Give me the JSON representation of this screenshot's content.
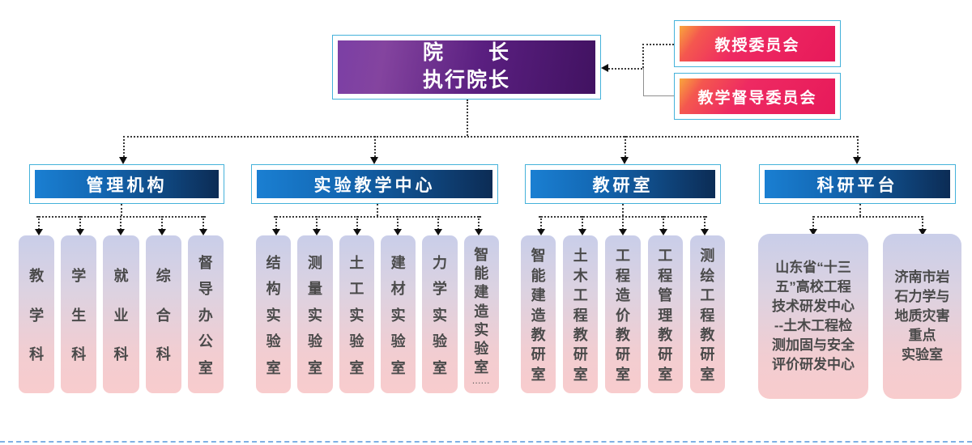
{
  "dean": {
    "line1": "院　　长",
    "line2": "执行院长"
  },
  "committees": [
    {
      "label": "教授委员会"
    },
    {
      "label": "教学督导委员会"
    }
  ],
  "groups": [
    {
      "header": "管理机构",
      "children": [
        {
          "label": "教学科"
        },
        {
          "label": "学生科"
        },
        {
          "label": "就业科"
        },
        {
          "label": "综合科"
        },
        {
          "label": "督导办公室"
        }
      ]
    },
    {
      "header": "实验教学中心",
      "children": [
        {
          "label": "结构实验室"
        },
        {
          "label": "测量实验室"
        },
        {
          "label": "土工实验室"
        },
        {
          "label": "建材实验室"
        },
        {
          "label": "力学实验室"
        },
        {
          "label": "智能建造实验室",
          "dots": "······"
        }
      ]
    },
    {
      "header": "教研室",
      "children": [
        {
          "label": "智能建造教研室"
        },
        {
          "label": "土木工程教研室"
        },
        {
          "label": "工程造价教研室"
        },
        {
          "label": "工程管理教研室"
        },
        {
          "label": "测绘工程教研室"
        }
      ]
    },
    {
      "header": "科研平台",
      "children": [
        {
          "label": "山东省“十三\n五”高校工程\n技术研发中心\n--土木工程检\n测加固与安全\n评价研发中心"
        },
        {
          "label": "济南市岩\n石力学与\n地质灾害\n重点\n实验室"
        }
      ]
    }
  ],
  "icons": {
    "arrow_down": "triangle-down",
    "arrow_left": "triangle-left"
  },
  "colors": {
    "frame_border": "#45b2da",
    "dean_gradient_start": "#7b3fa5",
    "dean_gradient_end": "#411261",
    "committee_gradient_start": "#f9a63c",
    "committee_gradient_end": "#e7195a",
    "header_gradient_start": "#1a7fd2",
    "header_gradient_end": "#0c2c55",
    "child_gradient_top": "#c9cee9",
    "child_gradient_bottom": "#f8cccd",
    "text_dark": "#4a4a4a",
    "connector": "#3a3a3a",
    "bottom_line": "#7fb0e4"
  }
}
